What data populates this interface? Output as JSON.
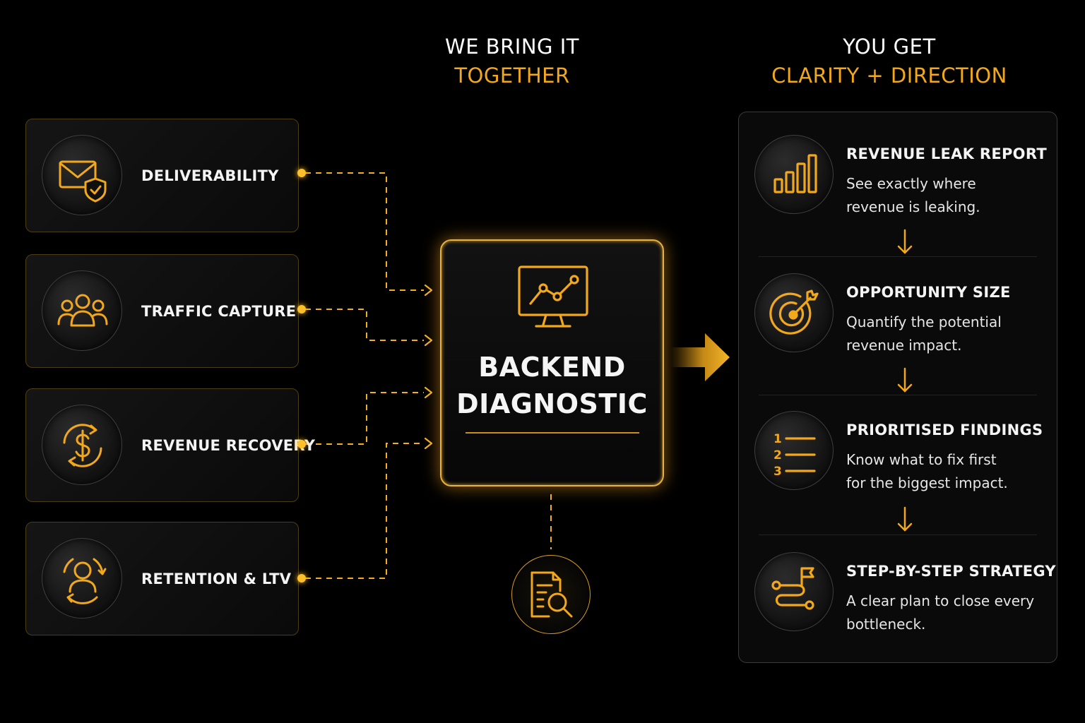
{
  "headings": {
    "center": {
      "line1": "WE BRING IT",
      "line2": "TOGETHER"
    },
    "right": {
      "line1": "YOU GET",
      "line2": "CLARITY + DIRECTION"
    }
  },
  "inputs": [
    {
      "label": "DELIVERABILITY",
      "icon": "envelope-shield-icon"
    },
    {
      "label": "TRAFFIC CAPTURE",
      "icon": "people-group-icon"
    },
    {
      "label": "REVENUE RECOVERY",
      "icon": "dollar-cycle-icon"
    },
    {
      "label": "RETENTION & LTV",
      "icon": "user-cycle-icon"
    }
  ],
  "center": {
    "line1": "BACKEND",
    "line2": "DIAGNOSTIC",
    "icon": "monitor-chart-icon",
    "sub_icon": "document-search-icon"
  },
  "outputs": [
    {
      "title": "REVENUE LEAK REPORT",
      "desc_line1": "See exactly where",
      "desc_line2": "revenue is leaking.",
      "icon": "bar-chart-icon"
    },
    {
      "title": "OPPORTUNITY SIZE",
      "desc_line1": "Quantify the potential",
      "desc_line2": "revenue impact.",
      "icon": "target-icon"
    },
    {
      "title": "PRIORITISED FINDINGS",
      "desc_line1": "Know what to fix first",
      "desc_line2": "for the biggest impact.",
      "icon": "numbered-list-icon"
    },
    {
      "title": "STEP-BY-STEP STRATEGY",
      "desc_line1": "A clear plan to close every",
      "desc_line2": "bottleneck.",
      "icon": "route-flag-icon"
    }
  ],
  "colors": {
    "accent": "#f2a81c",
    "background": "#000000",
    "text": "#f4f4f4"
  }
}
